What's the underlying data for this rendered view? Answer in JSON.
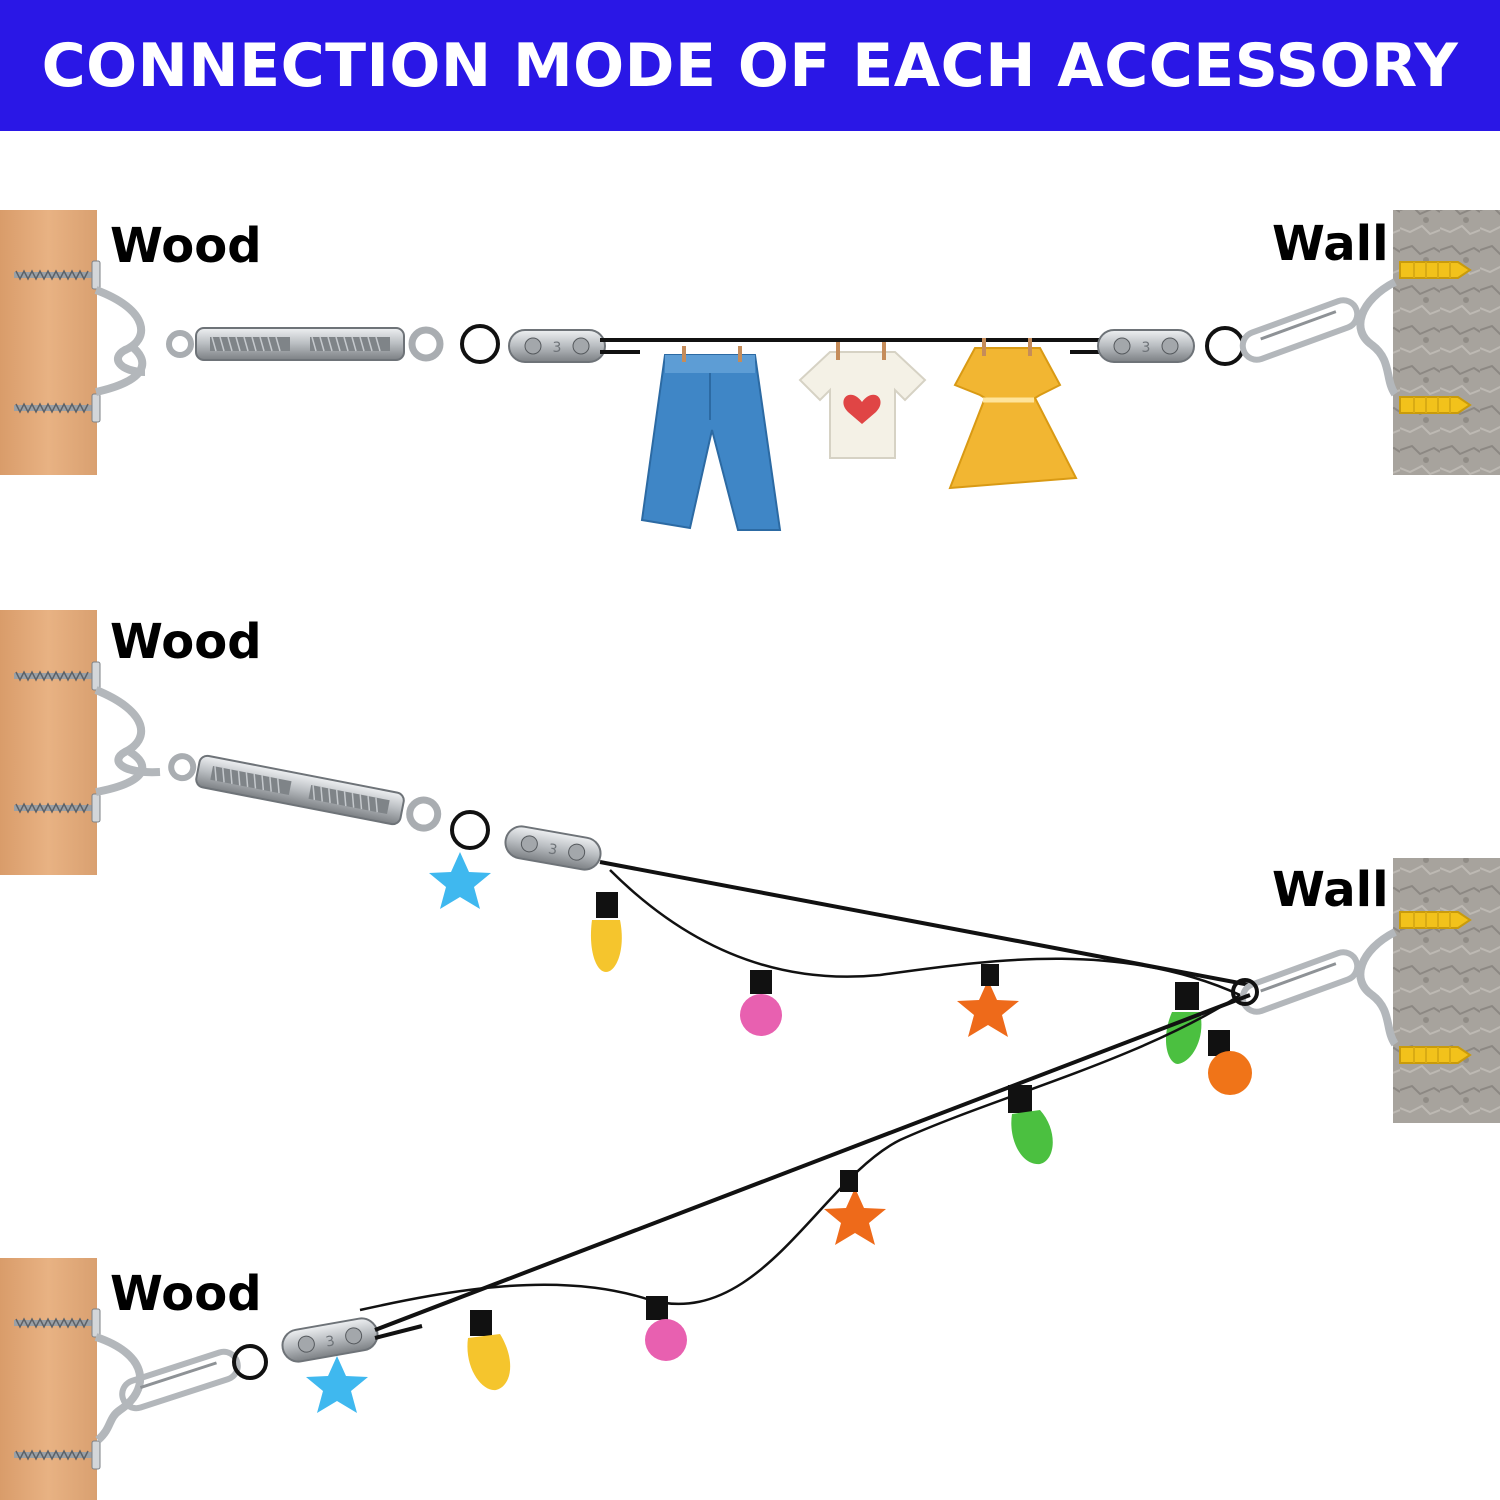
{
  "banner": {
    "title": "CONNECTION MODE OF EACH ACCESSORY",
    "background": "#2a17e6",
    "text_color": "#ffffff"
  },
  "labels": {
    "wood": "Wood",
    "wall": "Wall"
  },
  "colors": {
    "wood": "#e2a878",
    "wall": "#a4a09a",
    "steel": "#c4c8cc",
    "cable": "#111111",
    "anchor": "#f2c21b"
  },
  "icons": {
    "wood_post": "wood-post-icon",
    "wall_block": "stone-wall-icon",
    "screw_hook": "screw-hook-icon",
    "turnbuckle": "turnbuckle-icon",
    "cable_clamp": "cable-clamp-icon",
    "carabiner": "snap-hook-icon",
    "wall_plug": "wall-plug-icon",
    "jeans": "jeans-icon",
    "tshirt": "t-shirt-icon",
    "dress": "dress-icon",
    "star_light": "star-light-icon",
    "bulb_light": "bulb-light-icon",
    "globe_light": "globe-light-icon"
  }
}
